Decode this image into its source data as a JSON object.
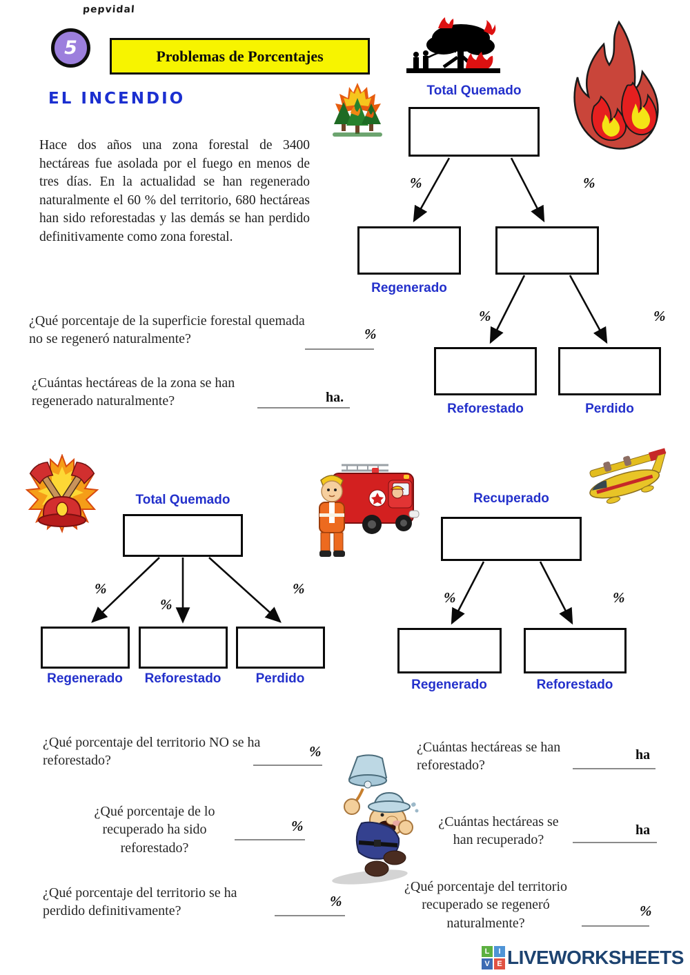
{
  "header": {
    "author": "pepvidal",
    "exercise_number": "5",
    "title": "Problemas de Porcentajes"
  },
  "intro": {
    "heading": "EL INCENDIO",
    "problem_text": "Hace dos años una zona forestal de 3400 hectáreas fue asolada por el fuego en menos de tres días.  En la actualidad se han regenerado naturalmente el 60 % del territorio, 680 hectáreas han sido reforestadas y las demás se han perdido definitivamente como zona forestal."
  },
  "symbols": {
    "percent": "%"
  },
  "diagram_top": {
    "root_label": "Total Quemado",
    "regenerado_label": "Regenerado",
    "reforestado_label": "Reforestado",
    "perdido_label": "Perdido"
  },
  "diagram_left": {
    "root_label": "Total Quemado",
    "regenerado_label": "Regenerado",
    "reforestado_label": "Reforestado",
    "perdido_label": "Perdido"
  },
  "diagram_right": {
    "root_label": "Recuperado",
    "regenerado_label": "Regenerado",
    "reforestado_label": "Reforestado"
  },
  "questions": [
    {
      "text": "¿Qué porcentaje de la superficie forestal quemada no se regeneró naturalmente?",
      "unit": "%"
    },
    {
      "text": "¿Cuántas hectáreas de la zona se han regenerado naturalmente?",
      "unit": "ha."
    },
    {
      "text": "¿Qué porcentaje del territorio NO se ha reforestado?",
      "unit": "%"
    },
    {
      "text": "¿Qué porcentaje de lo recuperado ha sido reforestado?",
      "unit": "%"
    },
    {
      "text": "¿Cuántas hectáreas se han reforestado?",
      "unit": "ha"
    },
    {
      "text": "¿Cuántas hectáreas se han recuperado?",
      "unit": "ha"
    },
    {
      "text": "¿Qué porcentaje del territorio se ha perdido definitivamente?",
      "unit": "%"
    },
    {
      "text": "¿Qué porcentaje del territorio recuperado se regeneró naturalmente?",
      "unit": "%"
    }
  ],
  "footer": {
    "brand": "LIVEWORKSHEETS",
    "logo_letters": [
      "L",
      "I",
      "V",
      "E"
    ]
  },
  "icons": {
    "burning_tree": "burning-tree-icon",
    "flame": "flame-icon",
    "burning_forest": "burning-forest-icon",
    "fire_emblem": "fire-department-emblem-icon",
    "fire_truck": "fire-truck-icon",
    "water_plane": "firefighting-seaplane-icon",
    "fireman_bell": "fireman-ringing-bell-icon"
  },
  "colors": {
    "banner_yellow": "#f7f400",
    "number_circle_purple": "#9c7fdd",
    "label_blue": "#2330cb",
    "heading_blue": "#1b2fd0",
    "brand_navy": "#1d4370"
  }
}
